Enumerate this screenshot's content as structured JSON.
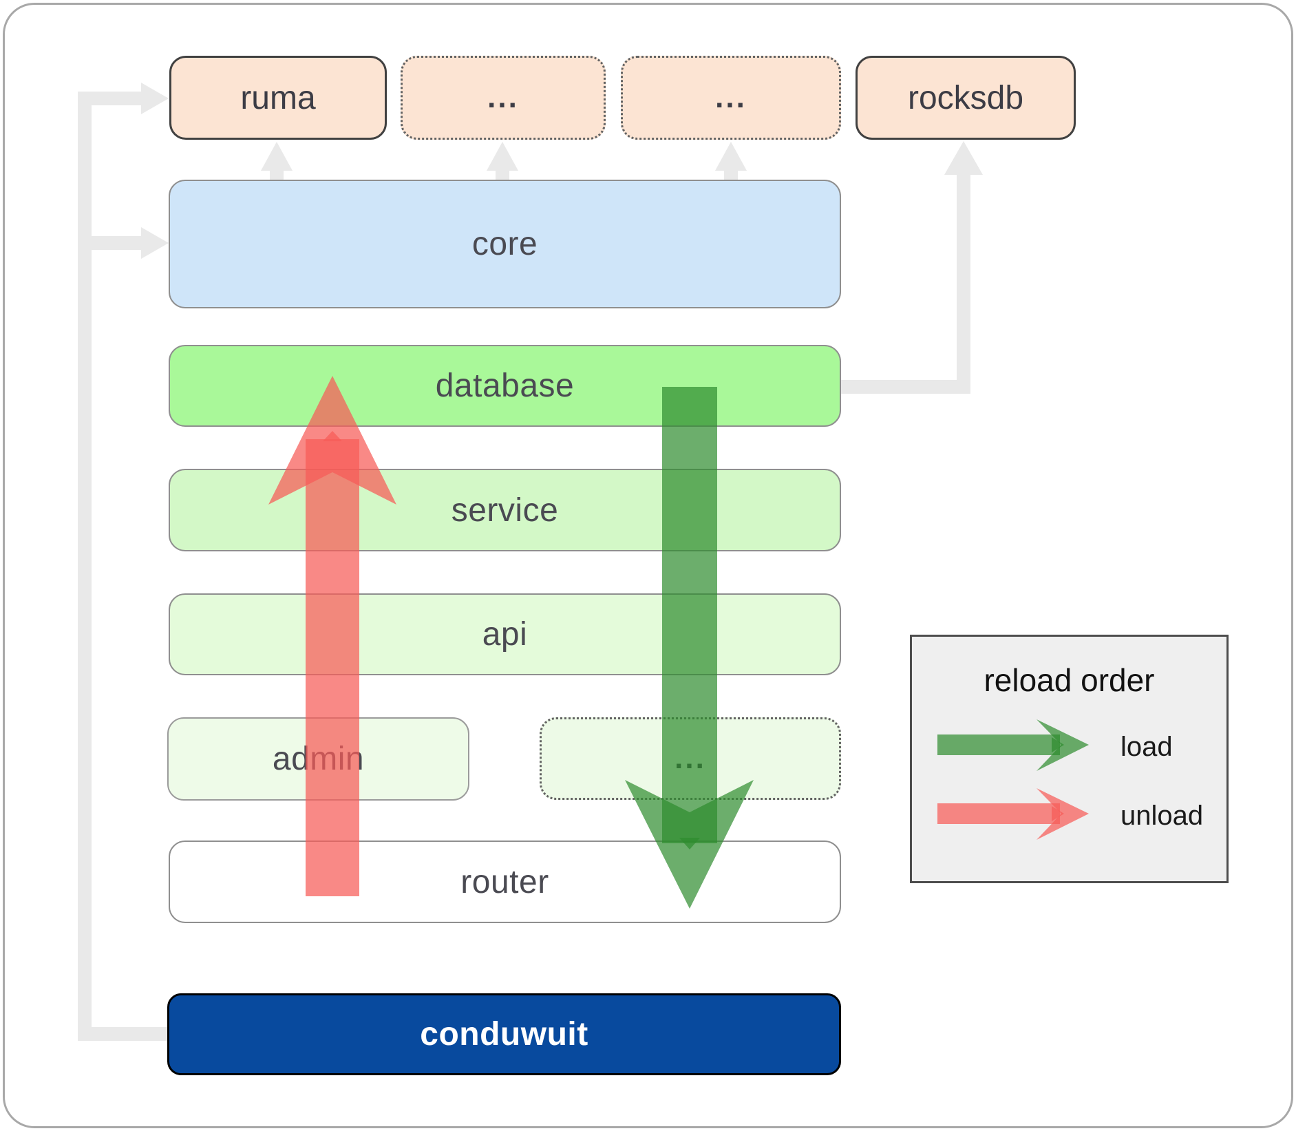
{
  "nodes": {
    "ruma": {
      "label": "ruma"
    },
    "dep1": {
      "label": "..."
    },
    "dep2": {
      "label": "..."
    },
    "rocksdb": {
      "label": "rocksdb"
    },
    "core": {
      "label": "core"
    },
    "database": {
      "label": "database"
    },
    "service": {
      "label": "service"
    },
    "api": {
      "label": "api"
    },
    "admin": {
      "label": "admin"
    },
    "more_services": {
      "label": "..."
    },
    "router": {
      "label": "router"
    },
    "conduwuit": {
      "label": "conduwuit"
    }
  },
  "legend": {
    "title": "reload order",
    "items": [
      {
        "label": "load",
        "color": "#2d8c2d"
      },
      {
        "label": "unload",
        "color": "#f65c58"
      }
    ]
  },
  "colors": {
    "connector": "#e9e9e9",
    "load_arrow": "#2d8c2d",
    "unload_arrow": "#f65c58",
    "dependency_fill": "#fce4d3",
    "core_fill": "#cfe5f9",
    "database_fill": "#a9f899",
    "service_fill": "#d3f8c7",
    "api_fill": "#e4fbda",
    "admin_fill": "#eefbe8",
    "more_services_fill": "#edfae7",
    "router_fill": "#ffffff",
    "conduwuit_fill": "#084a9e",
    "legend_fill": "#efefef"
  }
}
